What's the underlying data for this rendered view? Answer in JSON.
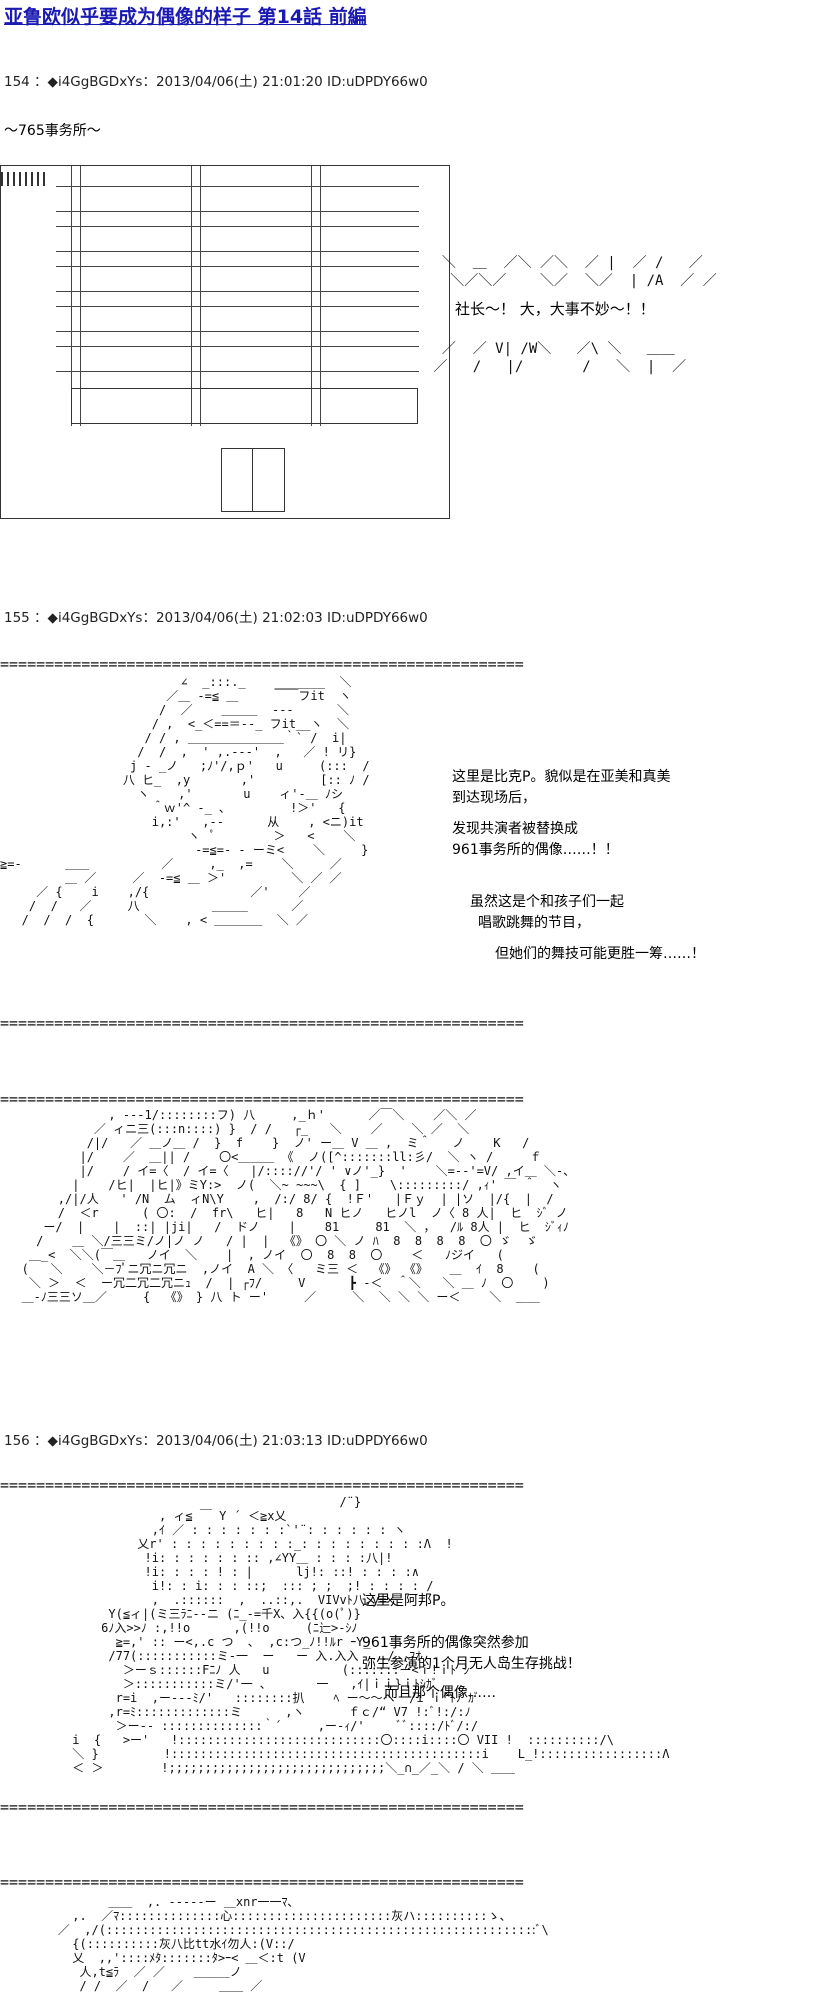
{
  "page": {
    "title": "亚鲁欧似乎要成为偶像的样子 第14話 前編"
  },
  "posts": [
    {
      "header": "154 ：◆i4GgBGDxYs：2013/04/06(土) 21:01:20 ID:uDPDY66w0",
      "location": "～765事务所～",
      "shout": "社长～！ 大，大事不妙～！！"
    },
    {
      "header": "155 ：◆i4GgBGDxYs：2013/04/06(土) 21:02:03 ID:uDPDY66w0",
      "lines_a": [
        "这里是比克P。貌似是在亚美和真美",
        "到达现场后，",
        "发现共演者被替换成",
        "961事务所的偶像……！！"
      ],
      "lines_b": [
        "虽然这是个和孩子们一起",
        "唱歌跳舞的节目，",
        "但她们的舞技可能更胜一筹……！"
      ]
    },
    {
      "header": "156 ：◆i4GgBGDxYs：2013/04/06(土) 21:03:13 ID:uDPDY66w0",
      "lines_a": [
        "这里是阿邦P。",
        "961事务所的偶像突然参加",
        "弥生参演的1个月无人岛生存挑战！",
        "而且那个偶像……"
      ]
    }
  ],
  "separator": "=========================================================="
}
